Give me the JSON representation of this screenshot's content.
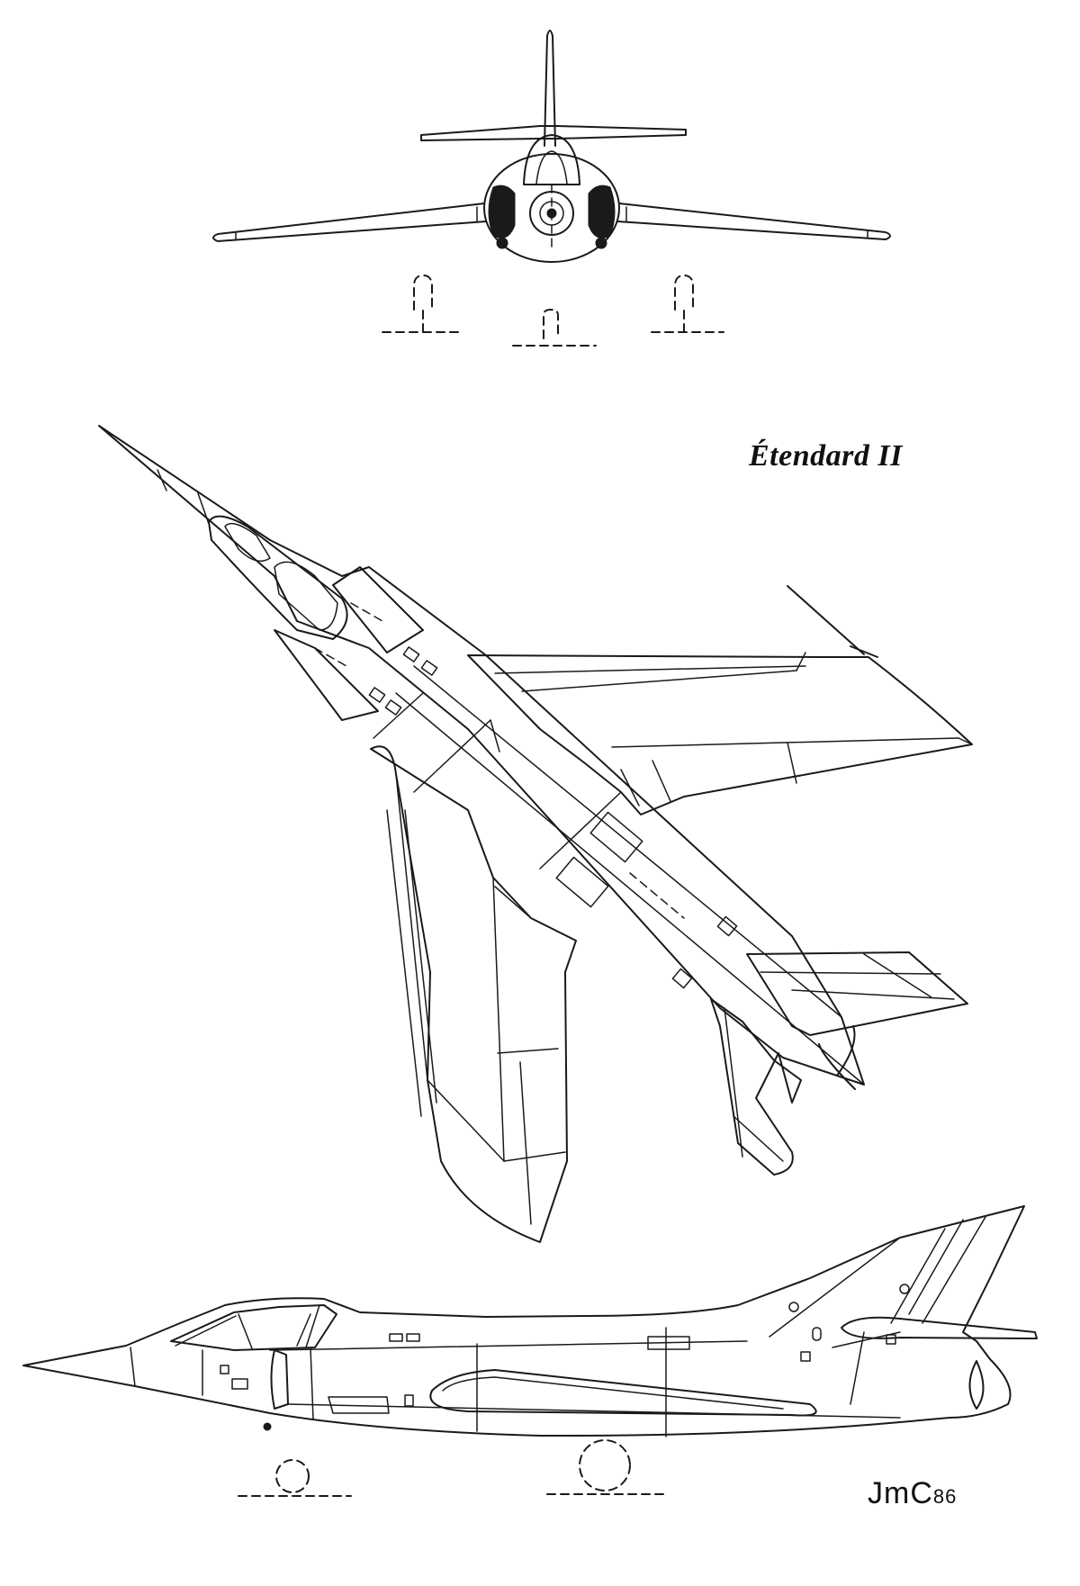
{
  "drawing": {
    "title": "Étendard II",
    "signature_initials": "JmC",
    "signature_year": "86",
    "views": [
      "front-view",
      "top-view",
      "side-view"
    ],
    "line_color": "#1a1a1a",
    "background_color": "#ffffff"
  }
}
